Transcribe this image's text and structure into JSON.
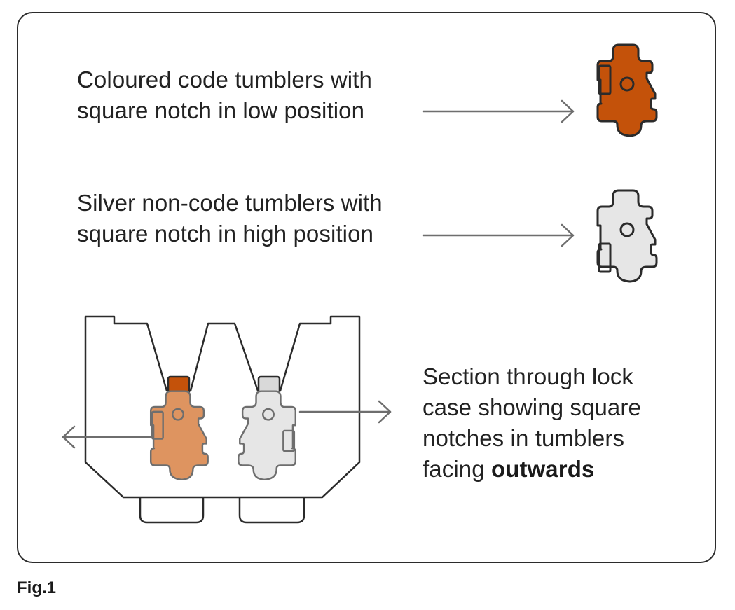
{
  "diagram": {
    "coded_tumbler": {
      "label_line1": "Coloured code tumblers with",
      "label_line2": "square notch in low position",
      "fill": "#c4520a"
    },
    "silver_tumbler": {
      "label_line1": "Silver non-code tumblers with",
      "label_line2": "square notch in high position",
      "fill": "#e6e6e6"
    },
    "section": {
      "label_line1": "Section through lock",
      "label_line2": "case showing square",
      "label_line3": "notches in tumblers",
      "label_line4_prefix": "facing ",
      "label_line4_emphasis": "outwards",
      "coded_fill": "#de9460",
      "silver_fill": "#e6e6e6"
    },
    "colors": {
      "outline": "#2b2b2b",
      "arrow": "#6e6e6e"
    }
  },
  "figure": {
    "label": "Fig.1"
  }
}
